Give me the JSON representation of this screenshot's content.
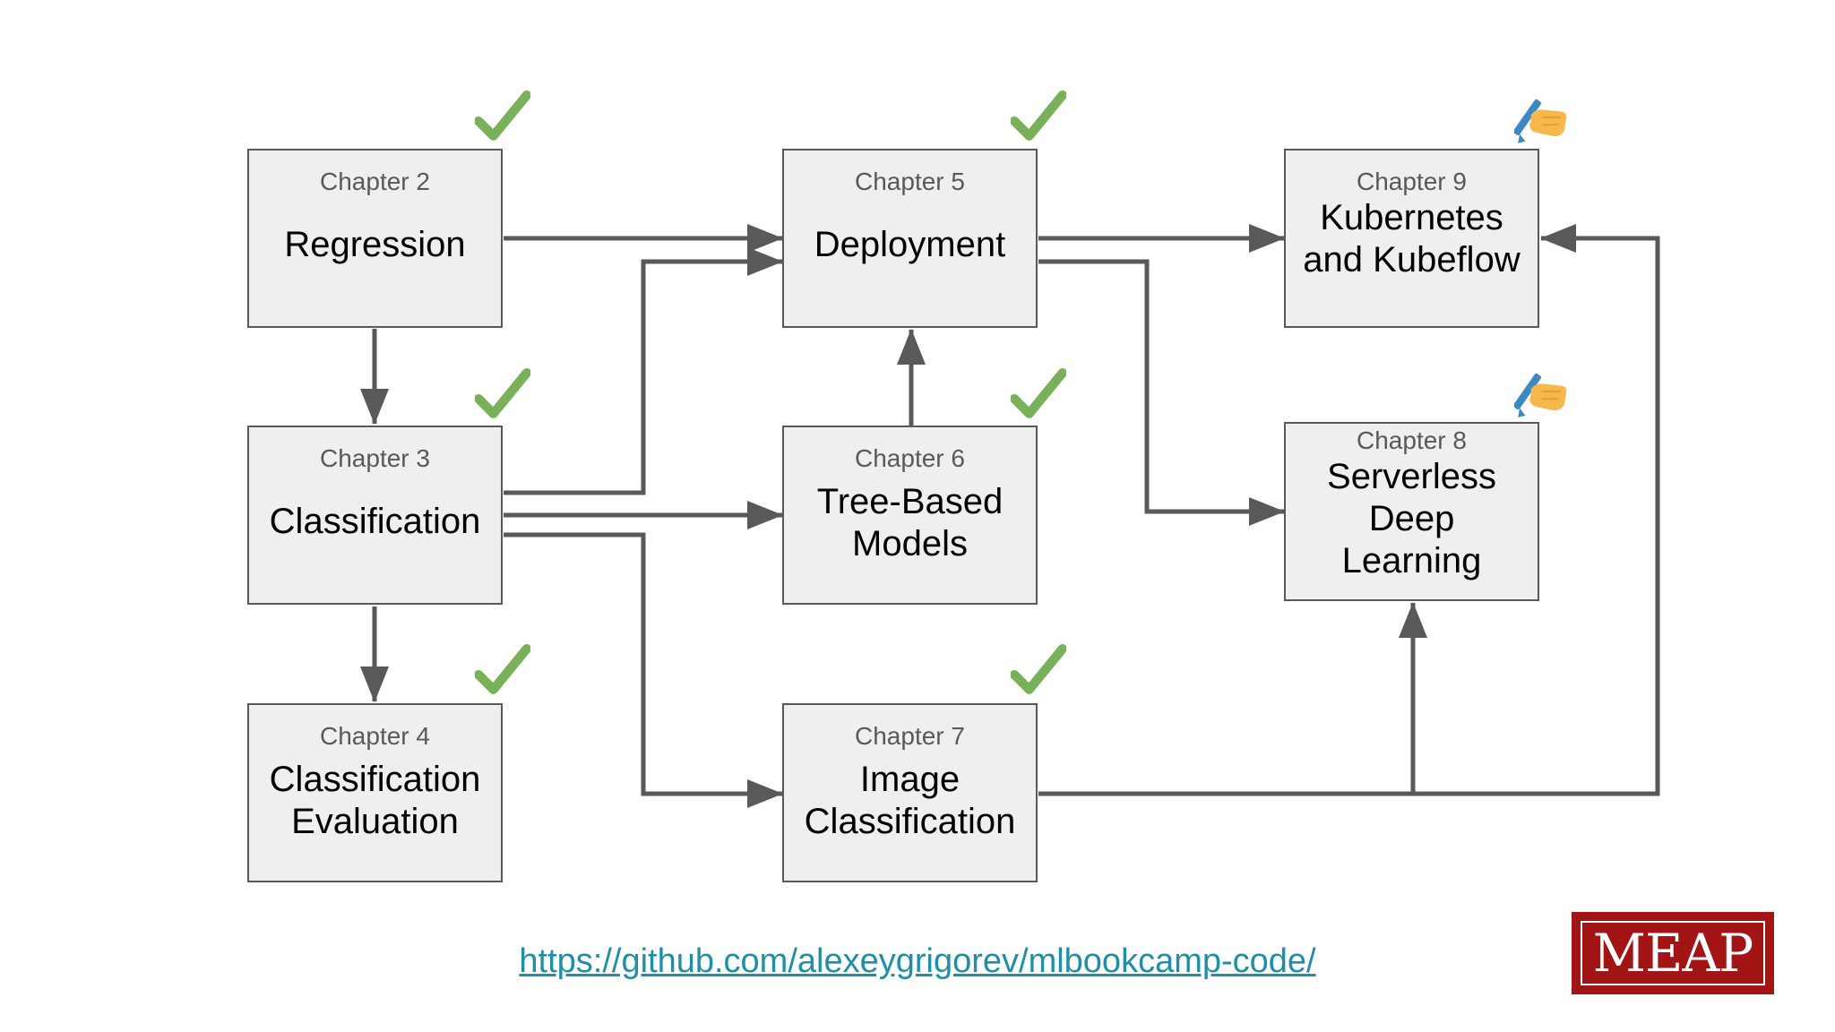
{
  "nodes": [
    {
      "id": "ch2",
      "chapter": "Chapter 2",
      "title": "Regression",
      "status": "done"
    },
    {
      "id": "ch3",
      "chapter": "Chapter 3",
      "title": "Classification",
      "status": "done"
    },
    {
      "id": "ch4",
      "chapter": "Chapter 4",
      "title": "Classification Evaluation",
      "status": "done"
    },
    {
      "id": "ch5",
      "chapter": "Chapter 5",
      "title": "Deployment",
      "status": "done"
    },
    {
      "id": "ch6",
      "chapter": "Chapter 6",
      "title": "Tree-Based Models",
      "status": "done"
    },
    {
      "id": "ch7",
      "chapter": "Chapter 7",
      "title": "Image Classification",
      "status": "done"
    },
    {
      "id": "ch9",
      "chapter": "Chapter 9",
      "title": "Kubernetes and Kubeflow",
      "status": "in-progress"
    },
    {
      "id": "ch8",
      "chapter": "Chapter 8",
      "title": "Serverless Deep Learning",
      "status": "in-progress"
    }
  ],
  "edges": [
    {
      "from": "ch2",
      "to": "ch5"
    },
    {
      "from": "ch2",
      "to": "ch3"
    },
    {
      "from": "ch3",
      "to": "ch4"
    },
    {
      "from": "ch3",
      "to": "ch5"
    },
    {
      "from": "ch3",
      "to": "ch6"
    },
    {
      "from": "ch3",
      "to": "ch7"
    },
    {
      "from": "ch6",
      "to": "ch5"
    },
    {
      "from": "ch5",
      "to": "ch9"
    },
    {
      "from": "ch5",
      "to": "ch8"
    },
    {
      "from": "ch7",
      "to": "ch8"
    },
    {
      "from": "ch7",
      "to": "ch9"
    }
  ],
  "status_icons": {
    "done": "check-mark-icon",
    "in-progress": "writing-hand-icon"
  },
  "colors": {
    "box_fill": "#efefef",
    "box_border": "#595959",
    "arrow": "#595959",
    "check": "#78b159",
    "link": "#1f8fa8",
    "badge": "#a31515"
  },
  "footer": {
    "link_text": "https://github.com/alexeygrigorev/mlbookcamp-code/",
    "badge_text": "MEAP"
  }
}
